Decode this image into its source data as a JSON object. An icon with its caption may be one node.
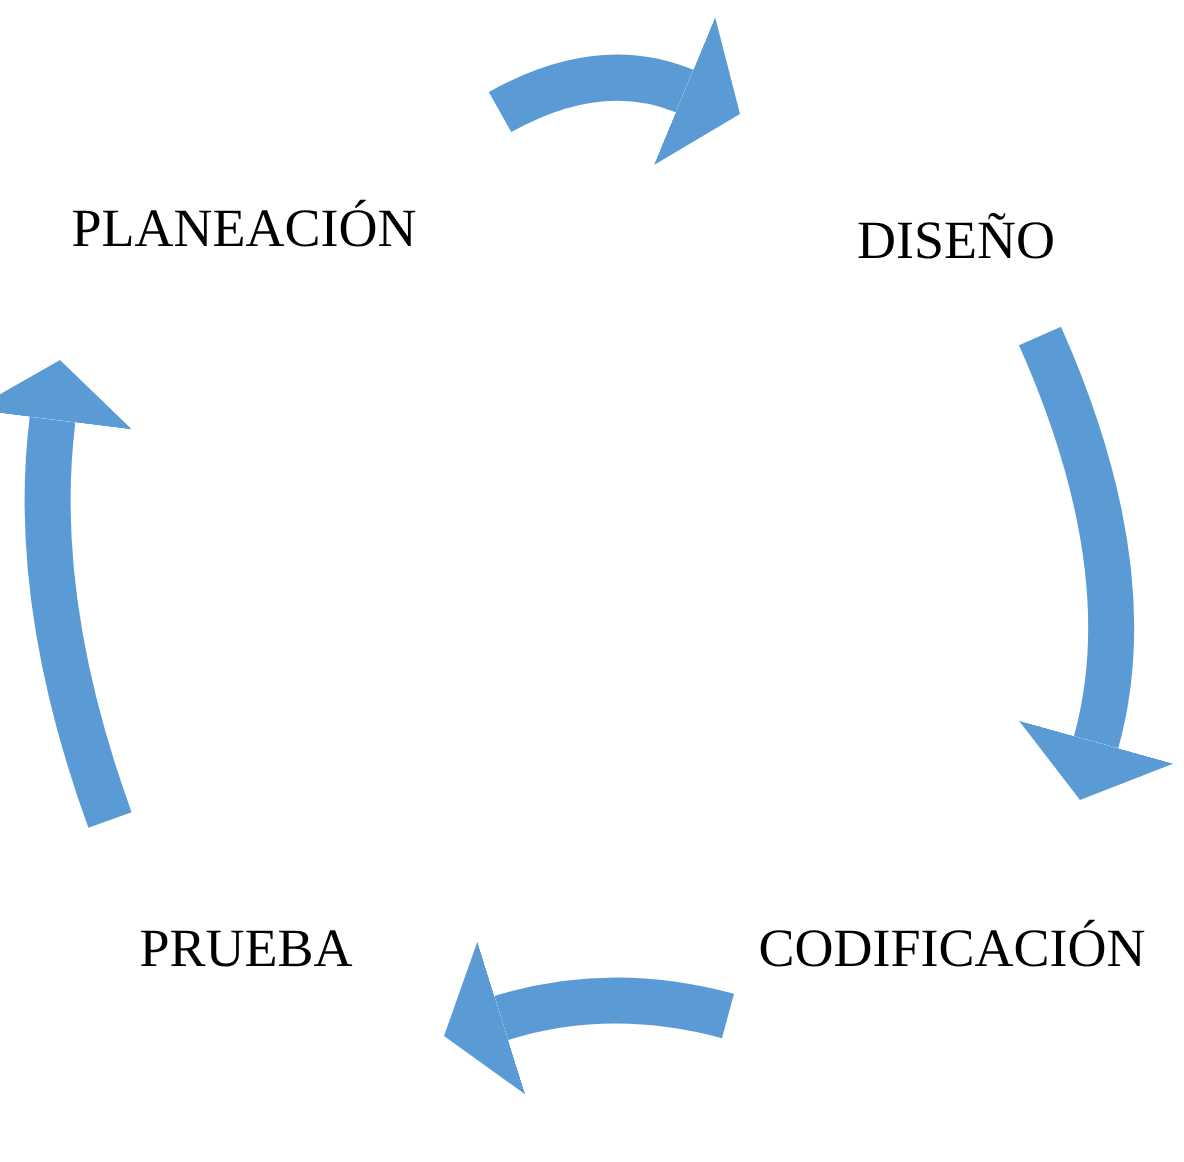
{
  "diagram": {
    "nodes": [
      {
        "text": [
          "PLANEACIÓN"
        ]
      },
      {
        "text": [
          "DISEÑO"
        ]
      },
      {
        "text": [
          "CODIFICACIÓN"
        ]
      },
      {
        "text": [
          "PRUEBA"
        ]
      }
    ],
    "edges": [
      {
        "from": 0,
        "to": 1,
        "arrow": "to"
      },
      {
        "from": 1,
        "to": 2,
        "arrow": "to"
      },
      {
        "from": 2,
        "to": 3,
        "arrow": "to"
      },
      {
        "from": 3,
        "to": 0,
        "arrow": "to"
      }
    ]
  }
}
